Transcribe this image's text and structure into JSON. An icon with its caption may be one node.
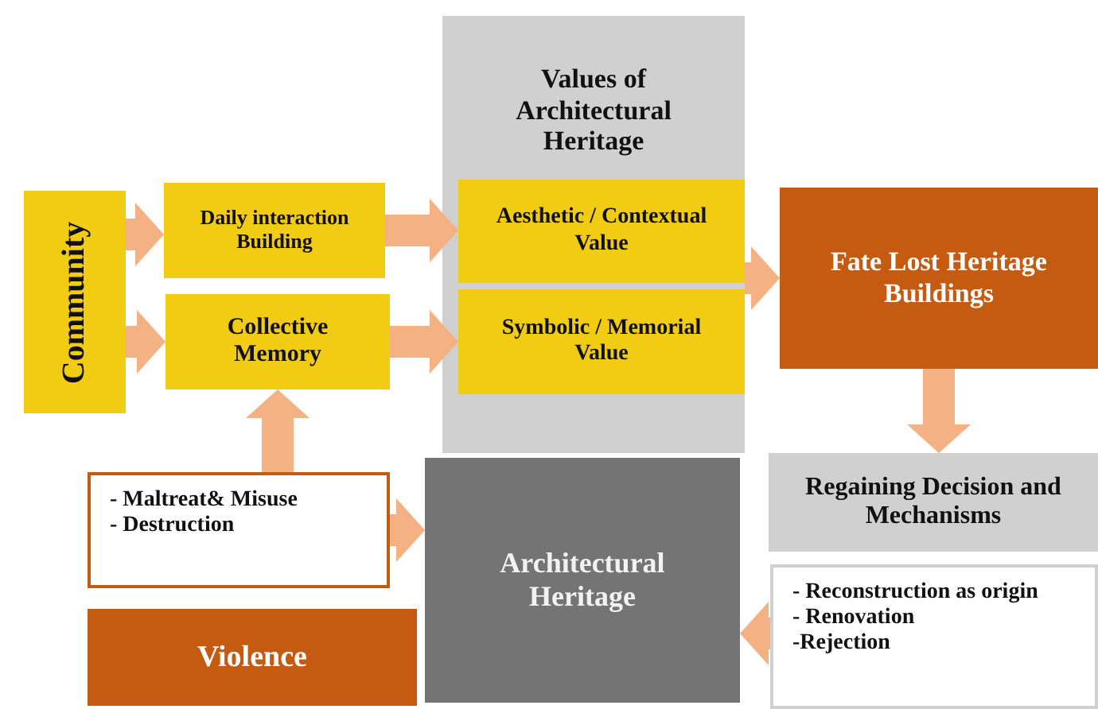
{
  "diagram": {
    "nodes": [
      {
        "text": [
          "Community"
        ]
      },
      {
        "text": [
          "Daily interaction Building"
        ]
      },
      {
        "text": [
          "Collective Memory"
        ]
      },
      {
        "text": [
          "Values of Architectural Heritage"
        ]
      },
      {
        "text": [
          "Aesthetic / Contextual Value"
        ],
        "in": 3
      },
      {
        "text": [
          "Symbolic / Memorial Value"
        ],
        "in": 3
      },
      {
        "text": [
          "Fate Lost Heritage Buildings"
        ]
      },
      {
        "text": [
          "Regaining Decision and Mechanisms"
        ]
      },
      {
        "text": [
          "- Reconstruction as origin",
          "- Renovation",
          "-Rejection"
        ]
      },
      {
        "text": [
          "Architectural Heritage"
        ]
      },
      {
        "text": [
          "- Maltreat& Misuse",
          "- Destruction"
        ]
      },
      {
        "text": [
          "Violence"
        ]
      }
    ],
    "edges": [
      {
        "from": 0,
        "to": 1,
        "arrow": "to"
      },
      {
        "from": 0,
        "to": 2,
        "arrow": "to"
      },
      {
        "from": 1,
        "to": 4,
        "arrow": "to"
      },
      {
        "from": 2,
        "to": 5,
        "arrow": "to"
      },
      {
        "from": 3,
        "to": 6,
        "arrow": "to"
      },
      {
        "from": 6,
        "to": 7,
        "arrow": "to"
      },
      {
        "from": 10,
        "to": 2,
        "arrow": "to"
      },
      {
        "from": 10,
        "to": 9,
        "arrow": "to"
      },
      {
        "from": 8,
        "to": 9,
        "arrow": "to"
      }
    ]
  }
}
